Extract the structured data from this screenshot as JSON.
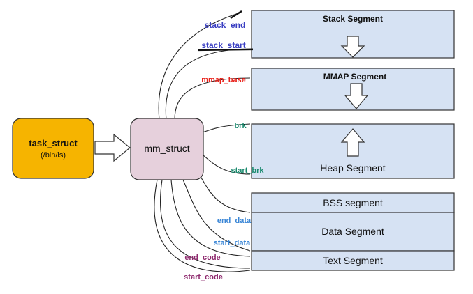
{
  "task_struct": {
    "title": "task_struct",
    "subtitle": "(/bin/ls)"
  },
  "mm_struct": {
    "label": "mm_struct"
  },
  "segments": {
    "stack": "Stack Segment",
    "mmap": "MMAP Segment",
    "heap": "Heap Segment",
    "bss": "BSS segment",
    "data": "Data Segment",
    "text": "Text Segment"
  },
  "fields": {
    "stack_end": "stack_end",
    "stack_start": "stack_start",
    "mmap_base": "mmap_base",
    "brk": "brk",
    "start_brk": "start_brk",
    "end_data": "end_data",
    "start_data": "start_data",
    "end_code": "end_code",
    "start_code": "start_code"
  },
  "colors": {
    "segment_fill": "#d6e2f3",
    "task_fill": "#f6b400",
    "mm_fill": "#e6d0dc",
    "stack_field": "#3a3fc2",
    "mmap_field": "#e8211a",
    "heap_field": "#1a8a6e",
    "data_field": "#3a86d6",
    "code_field": "#8e2a6e"
  }
}
